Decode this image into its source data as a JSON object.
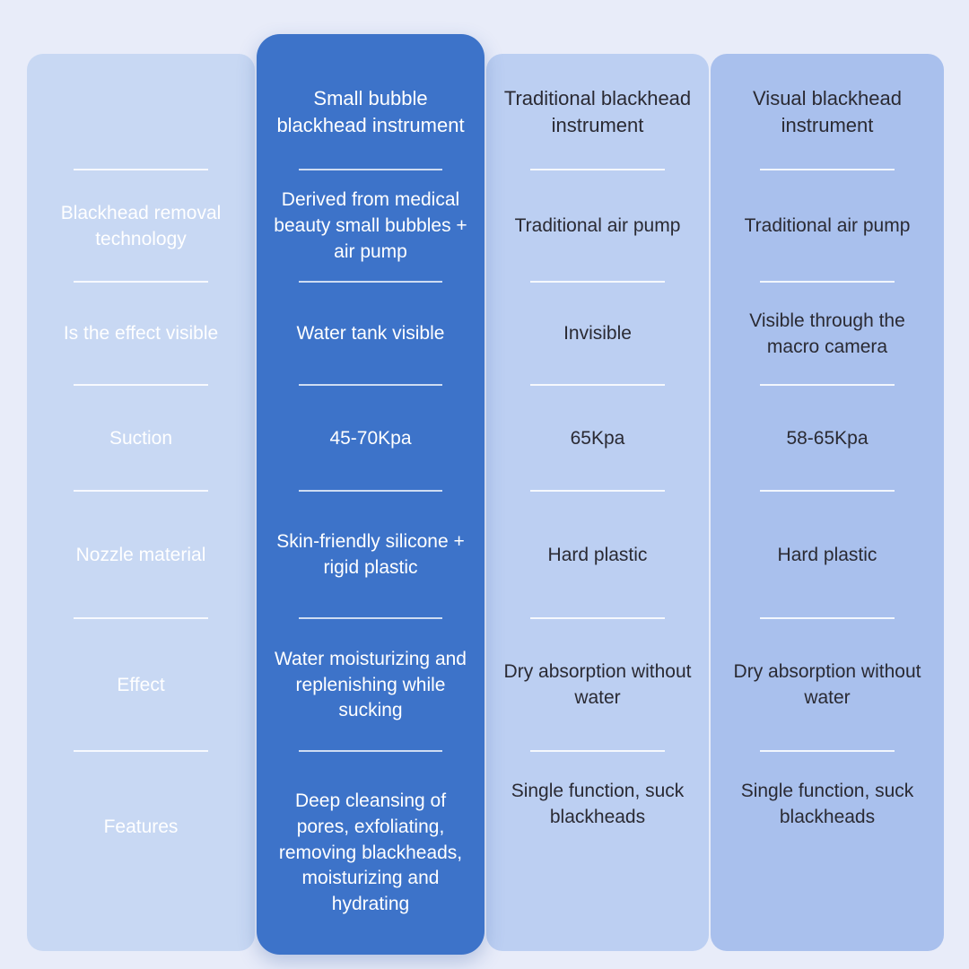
{
  "page": {
    "background_color": "#e8ecf9",
    "accent_color": "#3d73c9",
    "light_column_color": "#c8d8f3",
    "mid_column_color": "#bccff2",
    "dark_column_color": "#a9c0ed",
    "divider_color": "#ffffff"
  },
  "table": {
    "columns": [
      {
        "id": "labels",
        "header": "",
        "rows": [
          "Blackhead removal technology",
          "Is the effect visible",
          "Suction",
          "Nozzle material",
          "Effect",
          "Features"
        ]
      },
      {
        "id": "small-bubble",
        "header": "Small bubble blackhead instrument",
        "rows": [
          "Derived from medical beauty small bubbles + air pump",
          "Water tank visible",
          "45-70Kpa",
          "Skin-friendly silicone + rigid plastic",
          "Water moisturizing and replenishing while sucking",
          "Deep cleansing of pores, exfoliating, removing blackheads, moisturizing and hydrating"
        ]
      },
      {
        "id": "traditional",
        "header": "Traditional blackhead instrument",
        "rows": [
          "Traditional air pump",
          "Invisible",
          "65Kpa",
          "Hard plastic",
          "Dry absorption without water",
          "Single function, suck blackheads"
        ]
      },
      {
        "id": "visual",
        "header": "Visual blackhead instrument",
        "rows": [
          "Traditional air pump",
          "Visible through the macro camera",
          "58-65Kpa",
          "Hard plastic",
          "Dry absorption without water",
          "Single function, suck blackheads"
        ]
      }
    ]
  },
  "chart_data": {
    "type": "table",
    "title": "",
    "column_headers": [
      "",
      "Small bubble blackhead instrument",
      "Traditional blackhead instrument",
      "Visual blackhead instrument"
    ],
    "row_headers": [
      "Blackhead removal technology",
      "Is the effect visible",
      "Suction",
      "Nozzle material",
      "Effect",
      "Features"
    ],
    "rows": [
      [
        "Blackhead removal technology",
        "Derived from medical beauty small bubbles + air pump",
        "Traditional air pump",
        "Traditional air pump"
      ],
      [
        "Is the effect visible",
        "Water tank visible",
        "Invisible",
        "Visible through the macro camera"
      ],
      [
        "Suction",
        "45-70Kpa",
        "65Kpa",
        "58-65Kpa"
      ],
      [
        "Nozzle material",
        "Skin-friendly silicone + rigid plastic",
        "Hard plastic",
        "Hard plastic"
      ],
      [
        "Effect",
        "Water moisturizing and replenishing while sucking",
        "Dry absorption without water",
        "Dry absorption without water"
      ],
      [
        "Features",
        "Deep cleansing of pores, exfoliating, removing blackheads, moisturizing and hydrating",
        "Single function, suck blackheads",
        "Single function, suck blackheads"
      ]
    ],
    "highlighted_column": "Small bubble blackhead instrument",
    "layout": {
      "highlighted_column_index": 1,
      "grid": false,
      "row_dividers": true
    }
  }
}
